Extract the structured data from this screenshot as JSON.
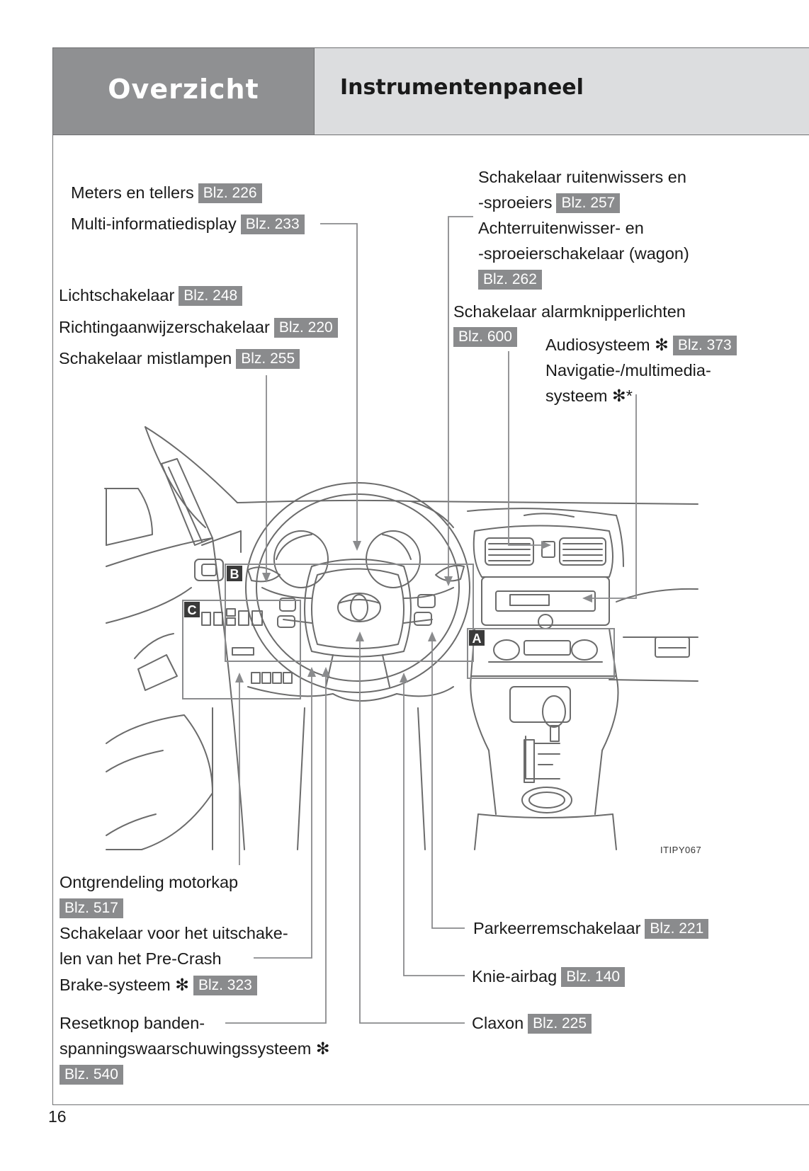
{
  "header": {
    "section": "Overzicht",
    "title": "Instrumentenpaneel"
  },
  "labels": {
    "meters": {
      "text": "Meters en tellers",
      "page": "Blz. 226"
    },
    "mid": {
      "text": "Multi-informatiedisplay",
      "page": "Blz. 233"
    },
    "licht": {
      "text": "Lichtschakelaar",
      "page": "Blz. 248"
    },
    "richting": {
      "text": "Richtingaanwijzerschakelaar",
      "page": "Blz. 220"
    },
    "mist": {
      "text": "Schakelaar mistlampen",
      "page": "Blz. 255"
    },
    "wissers": {
      "line1": "Schakelaar ruitenwissers en",
      "line2": "-sproeiers",
      "page": "Blz. 257"
    },
    "achterwisser": {
      "line1": "Achterruitenwisser- en",
      "line2": "-sproeierschakelaar (wagon)",
      "page": "Blz. 262"
    },
    "alarm": {
      "text": "Schakelaar alarmknipperlichten",
      "page": "Blz. 600"
    },
    "audio": {
      "text": "Audiosysteem",
      "mark": "✻",
      "page": "Blz. 373"
    },
    "navi": {
      "line1": "Navigatie-/multimedia-",
      "line2": "systeem",
      "mark": "✻*"
    },
    "motorkap": {
      "text": "Ontgrendeling motorkap",
      "page": "Blz. 517"
    },
    "precrash": {
      "line1": "Schakelaar voor het uitschake-",
      "line2": "len van het Pre-Crash",
      "line3": "Brake-systeem",
      "mark": "✻",
      "page": "Blz. 323"
    },
    "banden": {
      "line1": "Resetknop banden-",
      "line2": "spanningswaarschuwingssysteem",
      "mark": "✻",
      "page": "Blz. 540"
    },
    "parkeer": {
      "text": "Parkeerremschakelaar",
      "page": "Blz. 221"
    },
    "knie": {
      "text": "Knie-airbag",
      "page": "Blz. 140"
    },
    "claxon": {
      "text": "Claxon",
      "page": "Blz. 225"
    }
  },
  "callouts": {
    "a": "A",
    "b": "B",
    "c": "C"
  },
  "image_code": "ITIPY067",
  "page_number": "16"
}
